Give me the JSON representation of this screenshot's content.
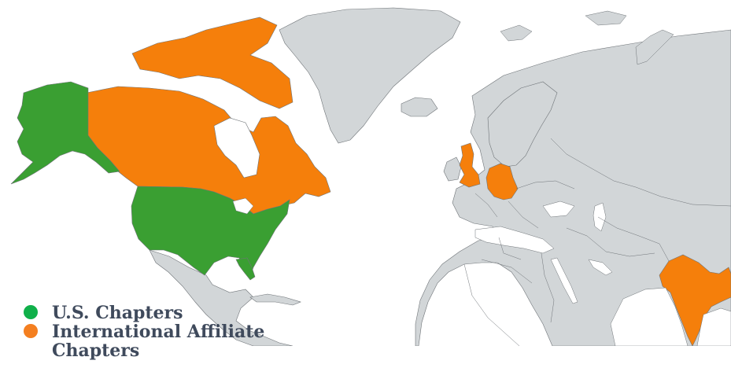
{
  "legend": {
    "items": [
      {
        "label": "U.S. Chapters",
        "color": "#10b04a"
      },
      {
        "label": "International Affiliate Chapters",
        "color": "#f47f20"
      }
    ]
  },
  "colors": {
    "us_region": "#3a9f32",
    "international_region": "#f57f0b",
    "other_land": "#d2d6d8",
    "border": "#6f7478",
    "water": "#ffffff"
  },
  "regions": {
    "us_chapters": [
      "Alaska",
      "United States"
    ],
    "international_chapters": [
      "Canada",
      "United Kingdom",
      "Germany",
      "India"
    ]
  }
}
